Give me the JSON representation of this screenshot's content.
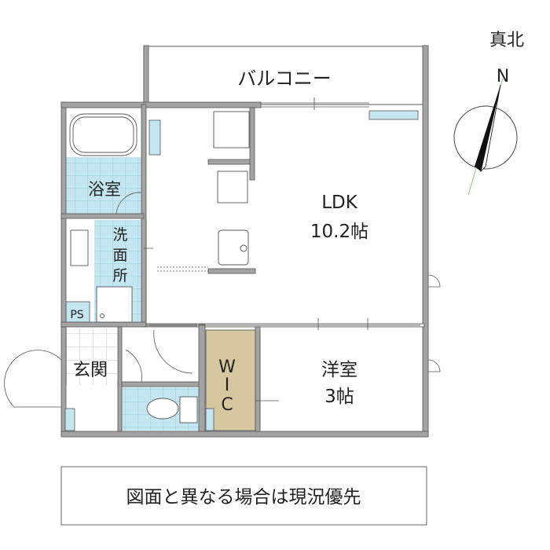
{
  "plan": {
    "balcony": "バルコニー",
    "bathroom": "浴室",
    "washroom": [
      "洗",
      "面",
      "所"
    ],
    "pipe_space": "PS",
    "entrance": "玄関",
    "wic": [
      "W",
      "I",
      "C"
    ],
    "ldk": {
      "name": "LDK",
      "size": "10.2帖"
    },
    "western_room": {
      "name": "洋室",
      "size": "3帖"
    }
  },
  "compass": {
    "label": "真北",
    "direction": "N"
  },
  "caption": "図面と異なる場合は現況優先",
  "colors": {
    "wall": "#a3a3a3",
    "tile": "#c3e6f0",
    "wic": "#d6c79f",
    "line": "#444444",
    "compass_line": "#7fd37f"
  }
}
